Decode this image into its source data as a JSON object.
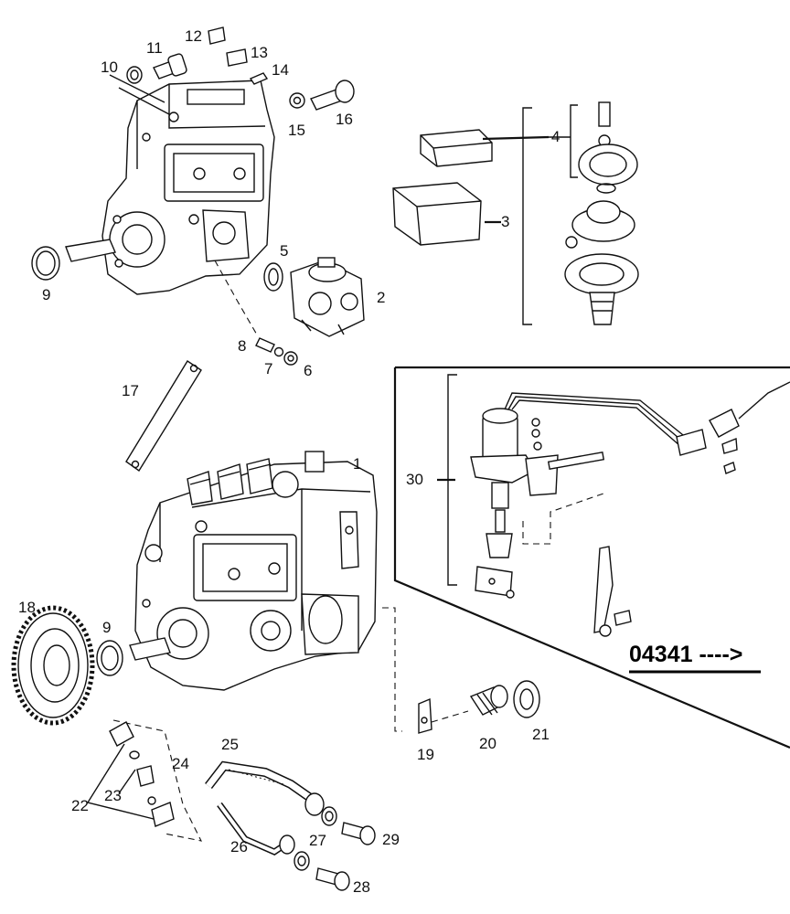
{
  "diagram": {
    "reference_code": "04341 ---->",
    "callouts": {
      "c1": "1",
      "c2": "2",
      "c3": "3",
      "c4": "4",
      "c5": "5",
      "c6": "6",
      "c7": "7",
      "c8": "8",
      "c9a": "9",
      "c9b": "9",
      "c10": "10",
      "c11": "11",
      "c12": "12",
      "c13": "13",
      "c14": "14",
      "c15": "15",
      "c16": "16",
      "c17": "17",
      "c18": "18",
      "c19": "19",
      "c20": "20",
      "c21": "21",
      "c22": "22",
      "c23": "23",
      "c24": "24",
      "c25": "25",
      "c26": "26",
      "c27": "27",
      "c28": "28",
      "c29": "29",
      "c30": "30"
    }
  }
}
